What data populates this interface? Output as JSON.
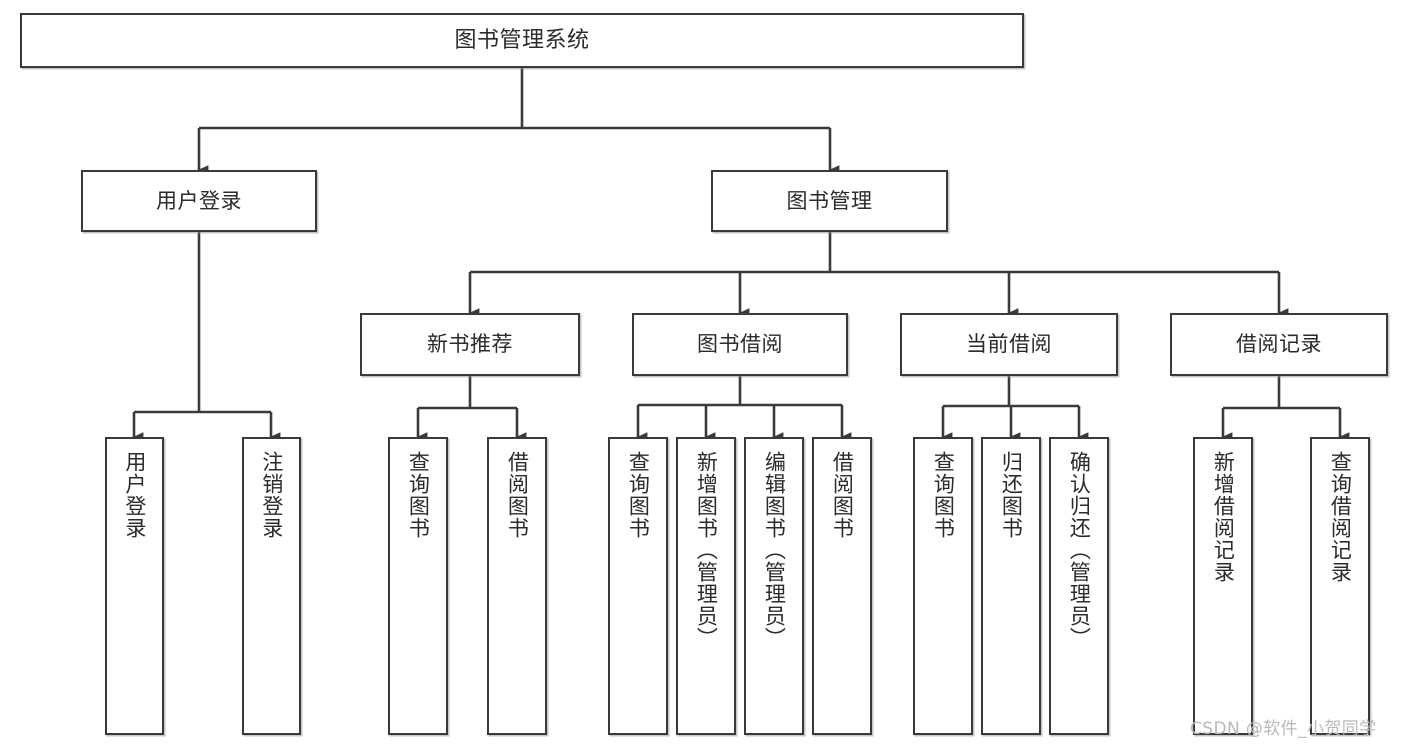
{
  "diagram": {
    "title": "图书管理系统",
    "type": "tree-hierarchy-chart",
    "line_color": "#3a3a3a",
    "text_color": "#2b2b2b",
    "background": "#ffffff",
    "watermark": "CSDN @软件_小贺同学"
  },
  "nodes": {
    "root": {
      "label": "图书管理系统"
    },
    "level2": [
      {
        "label": "用户登录"
      },
      {
        "label": "图书管理"
      }
    ],
    "level3": [
      {
        "label": "新书推荐"
      },
      {
        "label": "图书借阅"
      },
      {
        "label": "当前借阅"
      },
      {
        "label": "借阅记录"
      }
    ],
    "leaves_user_login": [
      {
        "label": "用户登录"
      },
      {
        "label": "注销登录"
      }
    ],
    "leaves_new_book": [
      {
        "label": "查询图书"
      },
      {
        "label": "借阅图书"
      }
    ],
    "leaves_borrow": [
      {
        "label": "查询图书"
      },
      {
        "label": "新增图书（管理员）"
      },
      {
        "label": "编辑图书（管理员）"
      },
      {
        "label": "借阅图书"
      }
    ],
    "leaves_current": [
      {
        "label": "查询图书"
      },
      {
        "label": "归还图书"
      },
      {
        "label": "确认归还（管理员）"
      }
    ],
    "leaves_record": [
      {
        "label": "新增借阅记录"
      },
      {
        "label": "查询借阅记录"
      }
    ]
  }
}
